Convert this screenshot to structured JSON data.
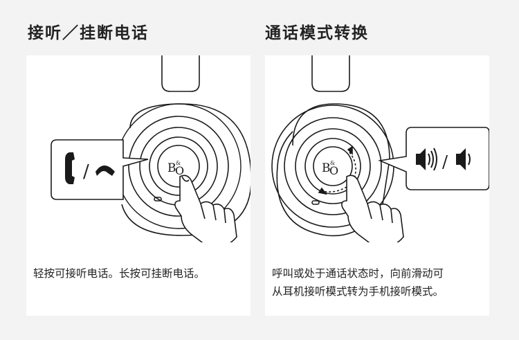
{
  "sections": [
    {
      "heading": "接听／挂断电话",
      "caption": "轻按可接听电话。长按可挂断电话。",
      "icons": [
        "phone-answer-icon",
        "phone-hangup-icon"
      ],
      "separator": "/",
      "logo_text": "B&O"
    },
    {
      "heading": "通话模式转换",
      "caption_line1": "呼叫或处于通话状态时，向前滑动可",
      "caption_line2": "从耳机接听模式转为手机接听模式。",
      "icons": [
        "speaker-loud-icon",
        "speaker-soft-icon"
      ],
      "separator": "/",
      "logo_text": "B&O"
    }
  ],
  "colors": {
    "background": "#f3f3f3",
    "card": "#ffffff",
    "line": "#1a1a1a"
  }
}
